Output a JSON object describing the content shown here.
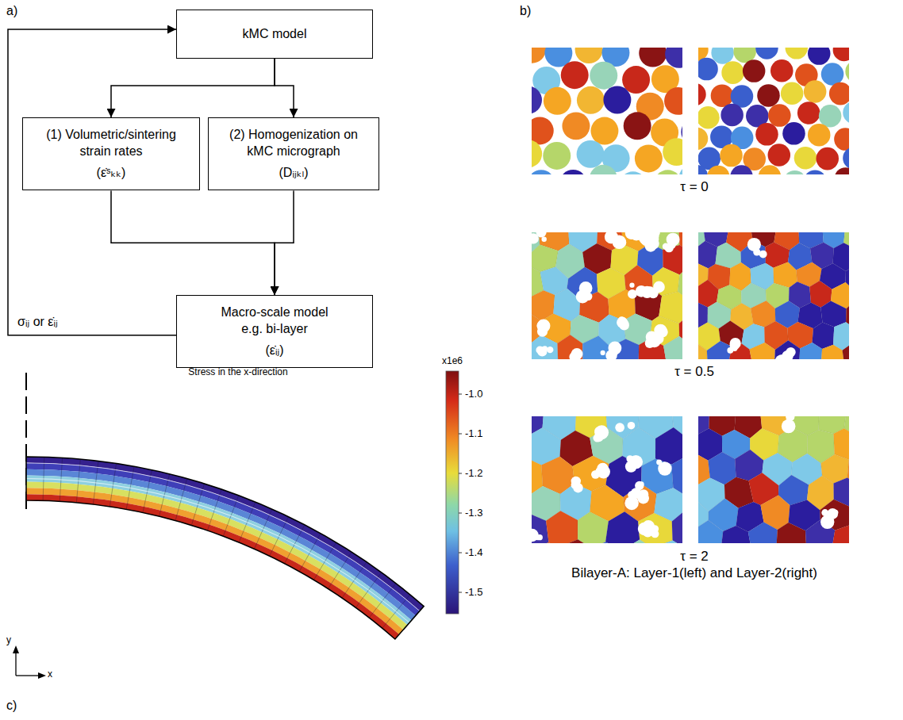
{
  "diagram": {
    "nodes": [
      {
        "text": [
          "kMC model"
        ]
      },
      {
        "text": [
          "(1) Volumetric/sintering strain rates",
          "(ε̇ˢₖₖ)"
        ]
      },
      {
        "text": [
          "(2) Homogenization on kMC micrograph",
          "(Dᵢⱼₖₗ)"
        ]
      },
      {
        "text": [
          "Macro-scale model e.g. bi-layer",
          "(ε̇ᵢⱼ)"
        ]
      }
    ],
    "edges": [
      {
        "from": 0,
        "to": 1,
        "arrow": "to"
      },
      {
        "from": 0,
        "to": 2,
        "arrow": "to"
      },
      {
        "from": 1,
        "to": 3,
        "arrow": "to"
      },
      {
        "from": 2,
        "to": 3,
        "arrow": "to"
      },
      {
        "from": 3,
        "to": 0,
        "arrow": "to",
        "label": "σᵢⱼ or ε̇ᵢⱼ"
      }
    ],
    "labels": [
      "a)",
      "b)",
      "τ = 0",
      "τ = 0.5",
      "τ = 2",
      "Bilayer-A: Layer-1(left) and Layer-2(right)",
      "Stress in the x-direction",
      "x1e6",
      "-1.0",
      "-1.1",
      "-1.2",
      "-1.3",
      "-1.4",
      "-1.5",
      "y",
      "x",
      "c)"
    ]
  }
}
